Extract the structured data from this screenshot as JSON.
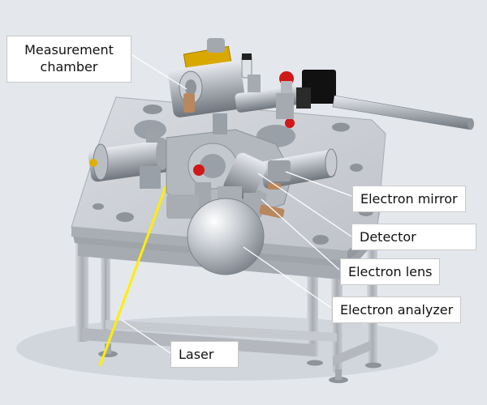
{
  "labels": {
    "measurement_chamber": [
      "Measurement",
      "chamber"
    ],
    "electron_mirror": "Electron mirror",
    "detector": "Detector",
    "electron_lens": "Electron lens",
    "electron_analyzer": "Electron analyzer",
    "laser": "Laser"
  },
  "colors": {
    "background": "#e4e8ed",
    "table_top": "#d2d6dc",
    "frame": "#b9bdc3",
    "laser_beam": "#ffee00",
    "flange_caps": "#d01818",
    "valve_body": "#111111",
    "gold_part": "#d9a800"
  }
}
